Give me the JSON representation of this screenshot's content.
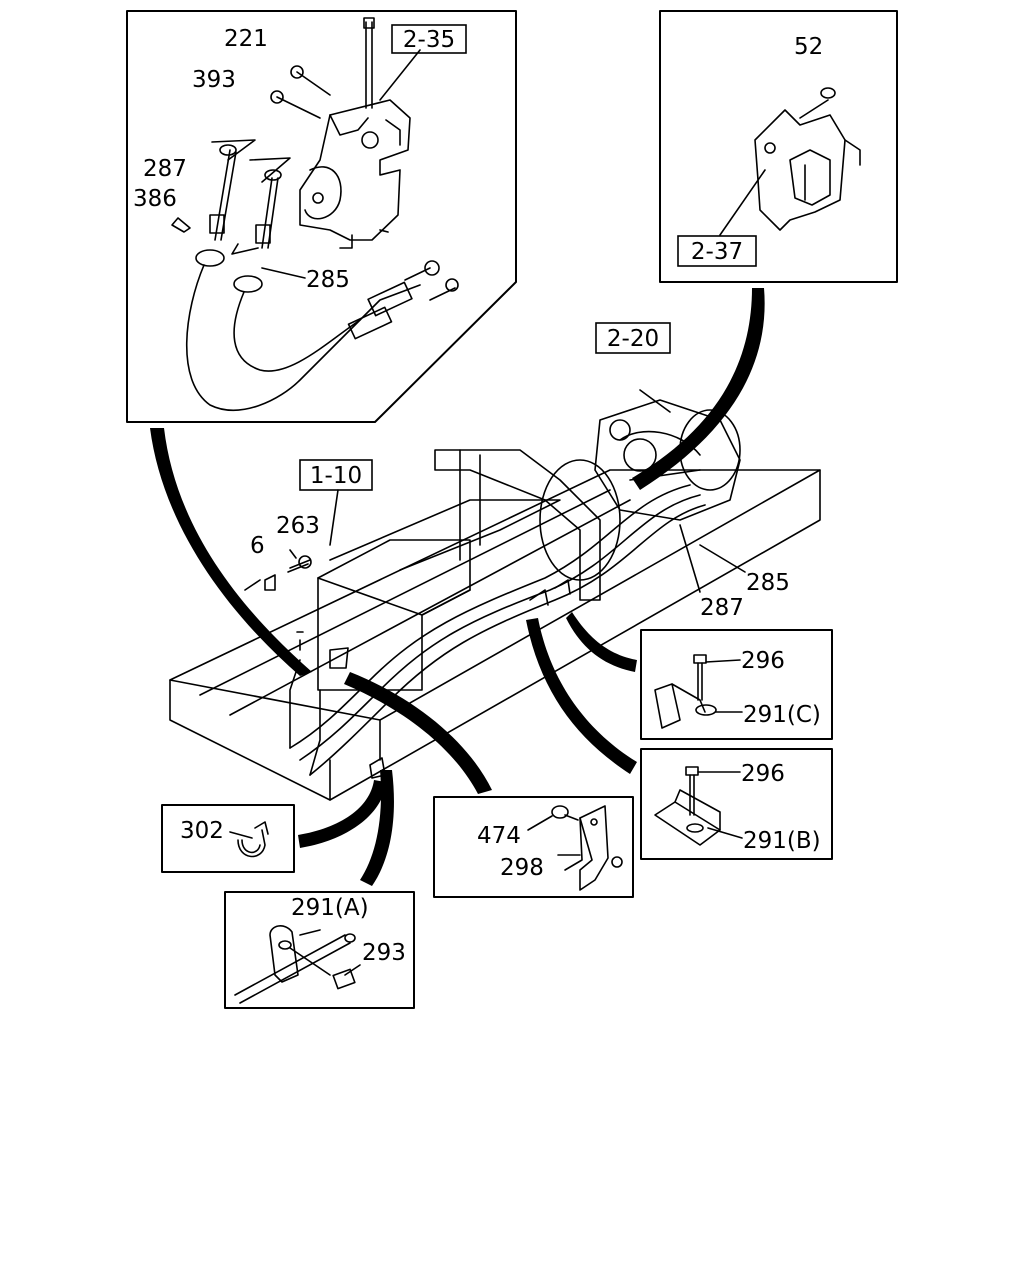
{
  "diagram": {
    "callouts": {
      "c221": "221",
      "c393": "393",
      "c287_top": "287",
      "c386": "386",
      "c285_top": "285",
      "c52": "52",
      "c263": "263",
      "c6": "6",
      "c285_main": "285",
      "c287_main": "287",
      "c296_c": "296",
      "c291_c": "291(C)",
      "c296_b": "296",
      "c291_b": "291(B)",
      "c302": "302",
      "c474": "474",
      "c298": "298",
      "c291_a": "291(A)",
      "c293": "293"
    },
    "references": {
      "r2_35": "2-35",
      "r2_37": "2-37",
      "r2_20": "2-20",
      "r1_10": "1-10"
    }
  }
}
